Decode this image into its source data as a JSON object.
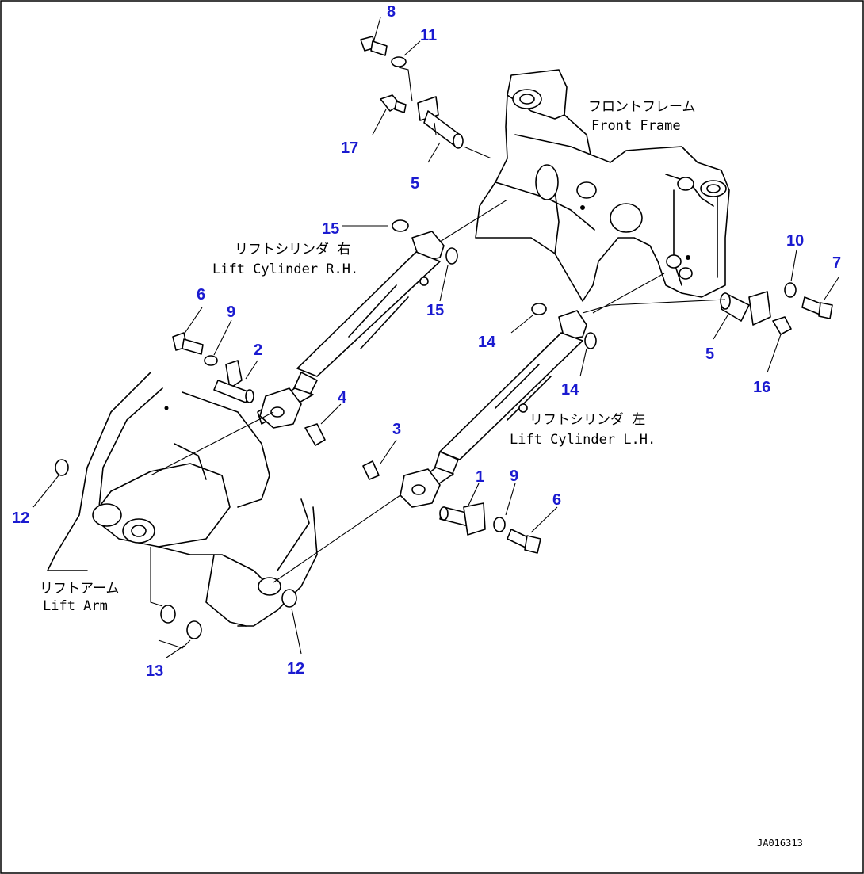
{
  "colors": {
    "callout": "#1a1ad0",
    "line": "#000000",
    "background": "#ffffff"
  },
  "labels": {
    "front_frame_jp": "フロントフレーム",
    "front_frame_en": "Front Frame",
    "lift_cyl_rh_jp": "リフトシリンダ 右",
    "lift_cyl_rh_en": "Lift Cylinder R.H.",
    "lift_cyl_lh_jp": "リフトシリンダ 左",
    "lift_cyl_lh_en": "Lift Cylinder L.H.",
    "lift_arm_jp": "リフトアーム",
    "lift_arm_en": "Lift Arm"
  },
  "callouts": [
    "8",
    "11",
    "17",
    "5",
    "15",
    "15",
    "10",
    "7",
    "6",
    "9",
    "2",
    "4",
    "14",
    "14",
    "5",
    "16",
    "3",
    "1",
    "9",
    "6",
    "12",
    "12",
    "13"
  ],
  "drawing_id": "JA016313"
}
